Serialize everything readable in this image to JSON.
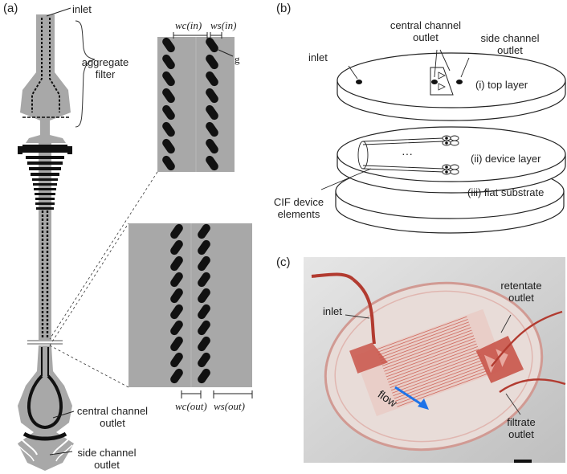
{
  "panels": {
    "a": {
      "tag": "(a)",
      "inlet": "inlet",
      "aggregate_filter_line1": "aggregate",
      "aggregate_filter_line2": "filter",
      "central_outlet_line1": "central channel",
      "central_outlet_line2": "outlet",
      "side_outlet_line1": "side channel",
      "side_outlet_line2": "outlet",
      "wc_in": "wc(in)",
      "ws_in": "ws(in)",
      "g": "g",
      "wc_out": "wc(out)",
      "ws_out": "ws(out)"
    },
    "b": {
      "tag": "(b)",
      "central_outlet_line1": "central channel",
      "central_outlet_line2": "outlet",
      "side_outlet_line1": "side channel",
      "side_outlet_line2": "outlet",
      "inlet": "inlet",
      "top_layer": "(i) top layer",
      "device_layer": "(ii) device layer",
      "flat_substrate": "(iii) flat substrate",
      "cif_line1": "CIF device",
      "cif_line2": "elements",
      "dots": "···"
    },
    "c": {
      "tag": "(c)",
      "inlet": "inlet",
      "retentate_line1": "retentate",
      "retentate_line2": "outlet",
      "filtrate_line1": "filtrate",
      "filtrate_line2": "outlet",
      "flow": "flow"
    }
  },
  "colors": {
    "channel_grey": "#a8a8a8",
    "post_black": "#111111",
    "tubing_red": "#c0392b",
    "flow_arrow": "#1e73e8"
  }
}
